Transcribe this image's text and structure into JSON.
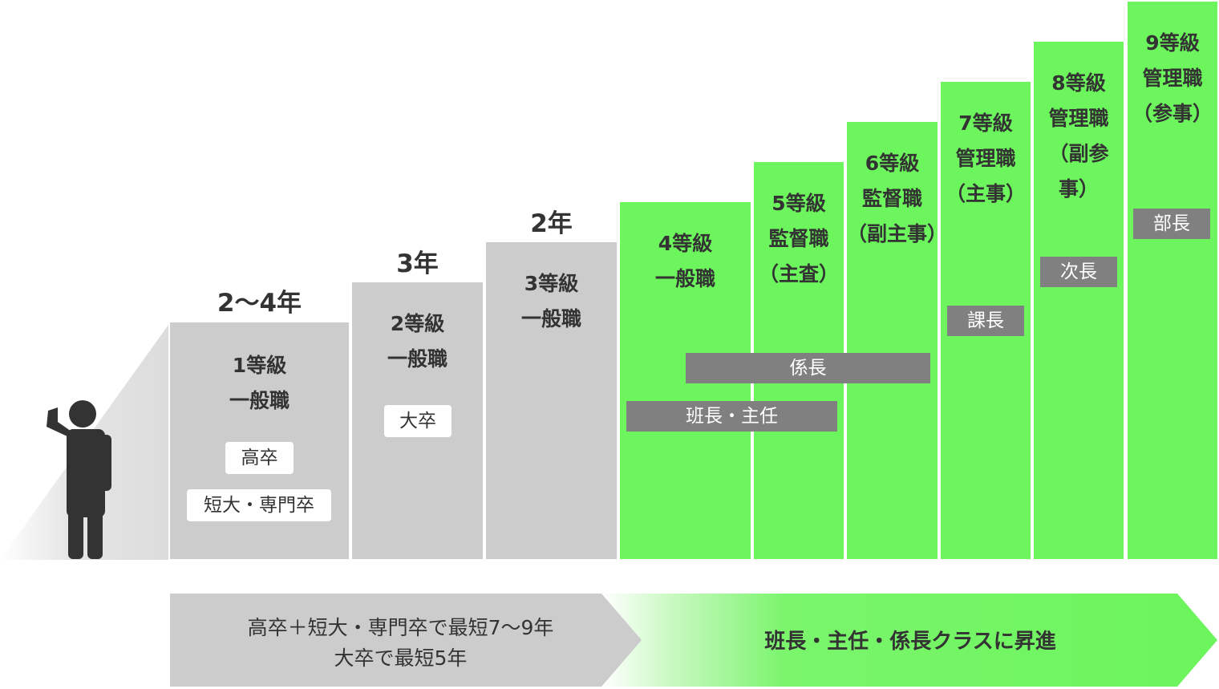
{
  "columns": [
    {
      "id": "grade1",
      "years": "2〜4年",
      "title": [
        "1等級",
        "一般職"
      ],
      "color": "gray"
    },
    {
      "id": "grade2",
      "years": "3年",
      "title": [
        "2等級",
        "一般職"
      ],
      "color": "gray"
    },
    {
      "id": "grade3",
      "years": "2年",
      "title": [
        "3等級",
        "一般職"
      ],
      "color": "gray"
    },
    {
      "id": "grade4",
      "title": [
        "4等級",
        "一般職"
      ],
      "color": "green"
    },
    {
      "id": "grade5",
      "title": [
        "5等級",
        "監督職",
        "（主査）"
      ],
      "color": "green"
    },
    {
      "id": "grade6",
      "title": [
        "6等級",
        "監督職",
        "（副主事）"
      ],
      "color": "green"
    },
    {
      "id": "grade7",
      "title": [
        "7等級",
        "管理職",
        "（主事）"
      ],
      "color": "green"
    },
    {
      "id": "grade8",
      "title": [
        "8等級",
        "管理職",
        "（副参事）"
      ],
      "color": "green"
    },
    {
      "id": "grade9",
      "title": [
        "9等級",
        "管理職",
        "（参事）"
      ],
      "color": "green"
    }
  ],
  "education_badges": {
    "high_school": "高卒",
    "junior_college": "短大・専門卒",
    "university": "大卒"
  },
  "role_badges": {
    "hancho_shunin": "班長・主任",
    "kakaricho": "係長",
    "kacho": "課長",
    "jicho": "次長",
    "bucho": "部長"
  },
  "bottom_arrows": {
    "left_line1": "高卒＋短大・専門卒で最短7〜9年",
    "left_line2": "大卒で最短5年",
    "right": "班長・主任・係長クラスに昇進"
  },
  "colors": {
    "gray_column": "#cccccc",
    "green_column": "#6cf55c",
    "role_badge": "#808080",
    "figure": "#333333"
  }
}
